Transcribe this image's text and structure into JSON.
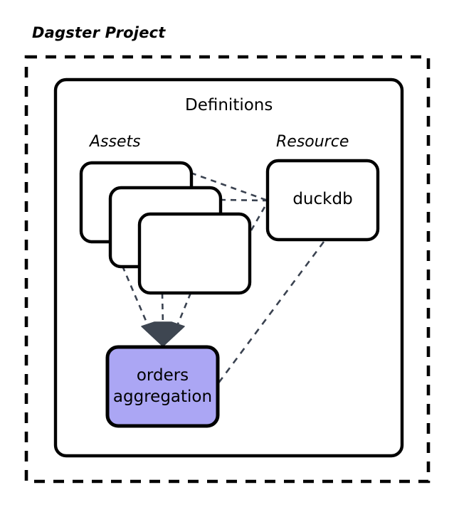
{
  "diagram": {
    "title": "Dagster Project",
    "container_label": "Definitions",
    "groups": {
      "assets_label": "Assets",
      "resource_label": "Resource"
    },
    "nodes": {
      "asset_stack": {
        "name": "asset-stack",
        "count": 3,
        "labels": [
          "",
          "",
          ""
        ]
      },
      "duckdb": {
        "label": "duckdb"
      },
      "orders_aggregation": {
        "label_line1": "orders",
        "label_line2": "aggregation",
        "fill_color": "#ABA6F4",
        "stroke_color": "#000000"
      }
    },
    "arrow": {
      "name": "merge-arrowhead",
      "fill_color": "#3E4651"
    },
    "edges": [
      {
        "from": "asset-1",
        "to": "duckdb",
        "style": "dashed"
      },
      {
        "from": "asset-2",
        "to": "duckdb",
        "style": "dashed"
      },
      {
        "from": "asset-3",
        "to": "duckdb",
        "style": "dashed"
      },
      {
        "from": "asset-1",
        "to": "orders-aggregation",
        "style": "dashed"
      },
      {
        "from": "asset-2",
        "to": "orders-aggregation",
        "style": "dashed"
      },
      {
        "from": "asset-3",
        "to": "orders-aggregation",
        "style": "dashed"
      },
      {
        "from": "duckdb",
        "to": "orders-aggregation",
        "style": "dashed"
      }
    ],
    "colors": {
      "outline": "#000000",
      "edge": "#3A4250",
      "canvas": "#FFFFFF",
      "accent": "#ABA6F4",
      "arrow": "#3E4651"
    }
  }
}
